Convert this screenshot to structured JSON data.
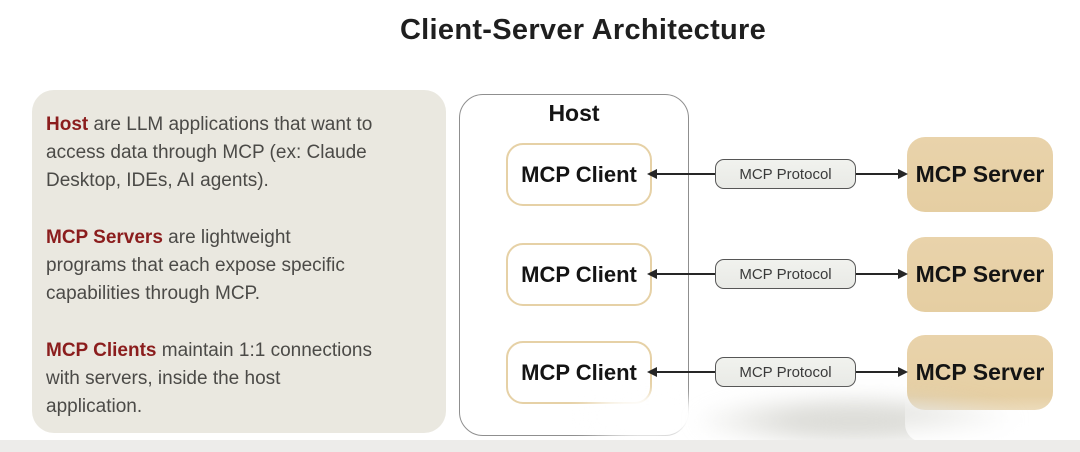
{
  "title": "Client-Server Architecture",
  "info_panel": {
    "paragraphs": [
      {
        "lead": "Host",
        "rest": " are LLM applications that want to\naccess data through MCP (ex: Claude\nDesktop, IDEs, AI agents)."
      },
      {
        "lead": "MCP Servers",
        "rest": " are lightweight\nprograms that each expose specific\ncapabilities through MCP."
      },
      {
        "lead": "MCP Clients",
        "rest": " maintain 1:1 connections\nwith servers, inside the host\napplication."
      }
    ]
  },
  "host": {
    "label": "Host",
    "clients": [
      {
        "label": "MCP Client"
      },
      {
        "label": "MCP Client"
      },
      {
        "label": "MCP Client"
      }
    ]
  },
  "connections": [
    {
      "label": "MCP Protocol",
      "direction": "bidirectional"
    },
    {
      "label": "MCP Protocol",
      "direction": "bidirectional"
    },
    {
      "label": "MCP Protocol",
      "direction": "bidirectional"
    }
  ],
  "servers": [
    {
      "label": "MCP Server"
    },
    {
      "label": "MCP Server"
    },
    {
      "label": "MCP Server"
    }
  ],
  "colors": {
    "title_text": "#1f1f1f",
    "panel_background": "#eae8e0",
    "panel_lead_text": "#8b1d1d",
    "panel_body_text": "#4b4a47",
    "host_border": "#8f8f8f",
    "client_border": "#e6d1a6",
    "server_fill": "#e8d1a7",
    "protocol_pill_fill": "#eeefeb",
    "protocol_pill_border": "#565656",
    "arrow": "#262626",
    "bottom_strip": "#edecea"
  }
}
